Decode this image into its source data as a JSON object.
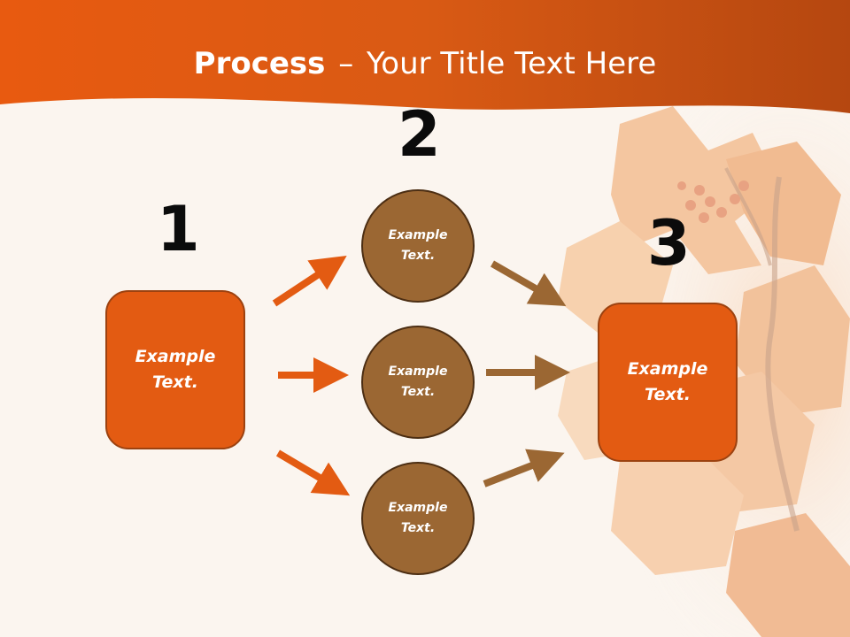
{
  "title": {
    "bold": "Process",
    "dash": "–",
    "rest": "Your Title Text Here"
  },
  "steps": [
    {
      "number": "1",
      "text": "Example Text."
    },
    {
      "number": "2",
      "items": [
        "Example Text.",
        "Example Text.",
        "Example Text."
      ]
    },
    {
      "number": "3",
      "text": "Example Text."
    }
  ],
  "colors": {
    "header_orange": "#e0530f",
    "box_orange": "#e35b12",
    "circle_brown": "#9b6733",
    "arrow_orange": "#e35b12",
    "arrow_brown": "#9b6733"
  }
}
